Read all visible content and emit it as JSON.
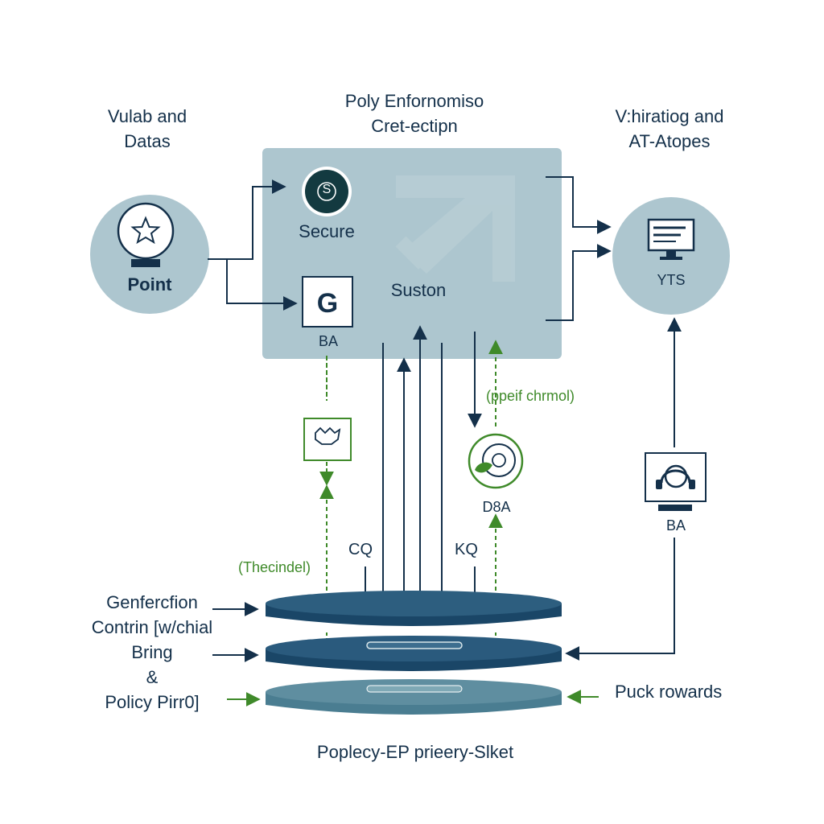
{
  "labels": {
    "top_left": [
      "Vulab and",
      "Datas"
    ],
    "top_center": [
      "Poly Enfornomiso",
      "Cret-ectipn"
    ],
    "top_right": [
      "V:hiratiog and",
      "AT-Atopes"
    ],
    "left_circle": "Point",
    "secure_icon_glyph": "S",
    "secure": "Secure",
    "g_glyph": "G",
    "ba_left": "BA",
    "suston": "Suston",
    "right_circle": "YTS",
    "green_right": "(ppeif chrmol)",
    "green_left": "(Thecindel)",
    "d8a": "D8A",
    "cq": "CQ",
    "kq": "KQ",
    "ba_right": "BA",
    "stack_left": [
      "Genfercfion",
      "Contrin [w/chial",
      "Bring",
      "&",
      "Policy Pirr0]"
    ],
    "puck_rowards": "Puck rowards",
    "bottom_title": "Poplecy-EP prieery-Slket"
  },
  "colors": {
    "navy": "#14304a",
    "panel": "#adc6cf",
    "circle": "#adc6cf",
    "green": "#3f8a2a",
    "disk_dark": "#1d4f73",
    "disk_mid": "#2b5f80",
    "disk_light": "#5a8a9c"
  }
}
